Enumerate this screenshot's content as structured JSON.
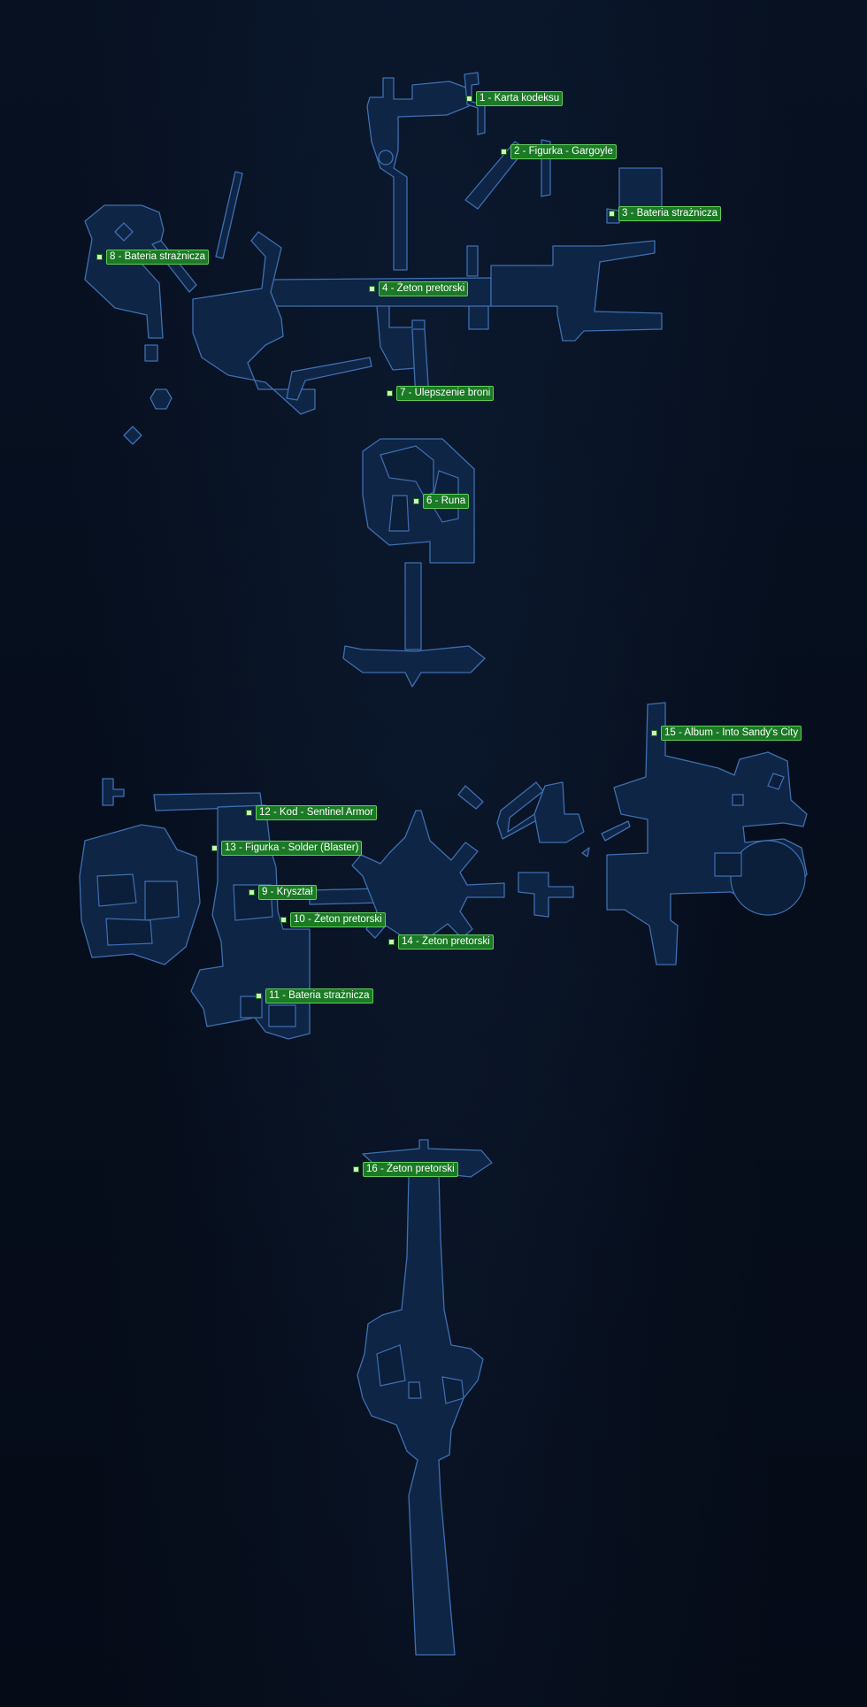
{
  "map": {
    "markers": [
      {
        "label": "1 - Karta kodeksu"
      },
      {
        "label": "2 - Figurka - Gargoyle"
      },
      {
        "label": "3 - Bateria strażnicza"
      },
      {
        "label": "4 - Żeton pretorski"
      },
      {
        "label": "6 - Runa"
      },
      {
        "label": "7 - Ulepszenie broni"
      },
      {
        "label": "8 - Bateria strażnicza"
      },
      {
        "label": "9 - Kryształ"
      },
      {
        "label": "10 - Żeton pretorski"
      },
      {
        "label": "11 - Bateria strażnicza"
      },
      {
        "label": "12 - Kod - Sentinel Armor"
      },
      {
        "label": "13 - Figurka - Solder (Blaster)"
      },
      {
        "label": "14 - Żeton pretorski"
      },
      {
        "label": "15 - Album - Into Sandy's City"
      },
      {
        "label": "16 - Żeton pretorski"
      }
    ]
  },
  "colors": {
    "background": "#060d1a",
    "room_fill": "#0e2546",
    "room_stroke": "#3f6fb0",
    "marker_fill": "#1b7a25",
    "marker_border": "#5fcf58"
  }
}
